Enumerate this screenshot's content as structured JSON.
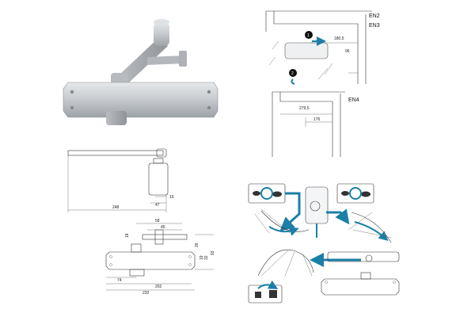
{
  "standards": {
    "en2": "EN2",
    "en3": "EN3",
    "en4": "EN4"
  },
  "steps": {
    "one": "1",
    "two": "2"
  },
  "top_dims": {
    "a": "180,5",
    "b": "96",
    "c": "279,5",
    "d": "176"
  },
  "side_dims": {
    "overall": "248",
    "v16": "16",
    "v47": "47"
  },
  "plan_dims": {
    "d58": "58",
    "d45": "45",
    "d18": "18",
    "d26": "26",
    "d19": "19",
    "d32": "32",
    "d93": "93",
    "d74": "74",
    "d202": "202",
    "d220": "220"
  }
}
